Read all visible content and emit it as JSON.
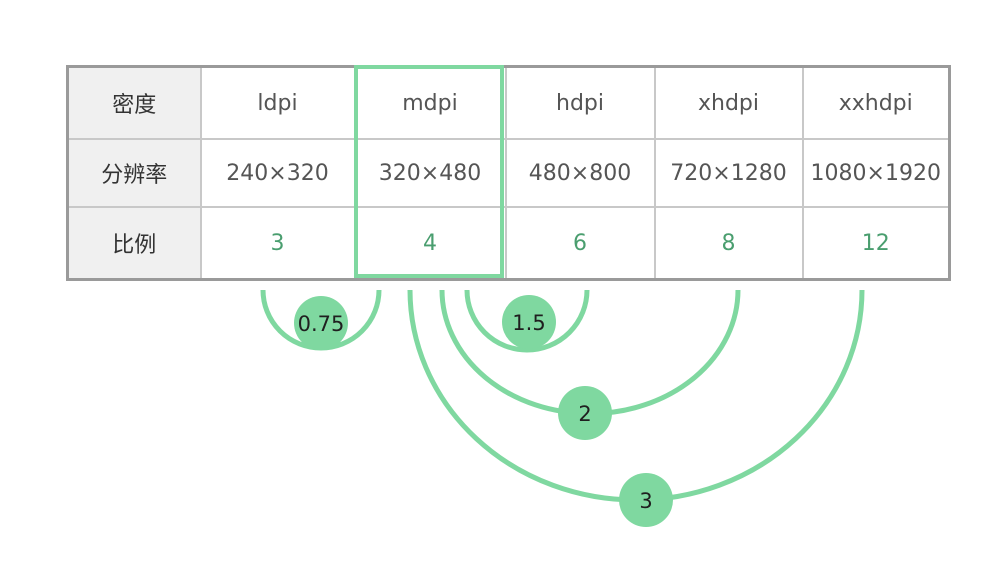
{
  "table": {
    "rows": [
      {
        "header": "密度",
        "cells": [
          "ldpi",
          "mdpi",
          "hdpi",
          "xhdpi",
          "xxhdpi"
        ]
      },
      {
        "header": "分辨率",
        "cells": [
          "240×320",
          "320×480",
          "480×800",
          "720×1280",
          "1080×1920"
        ]
      },
      {
        "header": "比例",
        "cells": [
          "3",
          "4",
          "6",
          "8",
          "12"
        ]
      }
    ],
    "highlighted_column": "mdpi"
  },
  "connectors": [
    {
      "from": "ldpi",
      "to": "mdpi",
      "label": "0.75"
    },
    {
      "from": "mdpi",
      "to": "hdpi",
      "label": "1.5"
    },
    {
      "from": "mdpi",
      "to": "xhdpi",
      "label": "2"
    },
    {
      "from": "mdpi",
      "to": "xxhdpi",
      "label": "3"
    }
  ],
  "colors": {
    "accent": "#7fd8a0",
    "ratio_text": "#4a9e6f",
    "header_bg": "#f0f0f0",
    "grid": "#c8c8c8",
    "outer_border": "#9a9a9a"
  }
}
